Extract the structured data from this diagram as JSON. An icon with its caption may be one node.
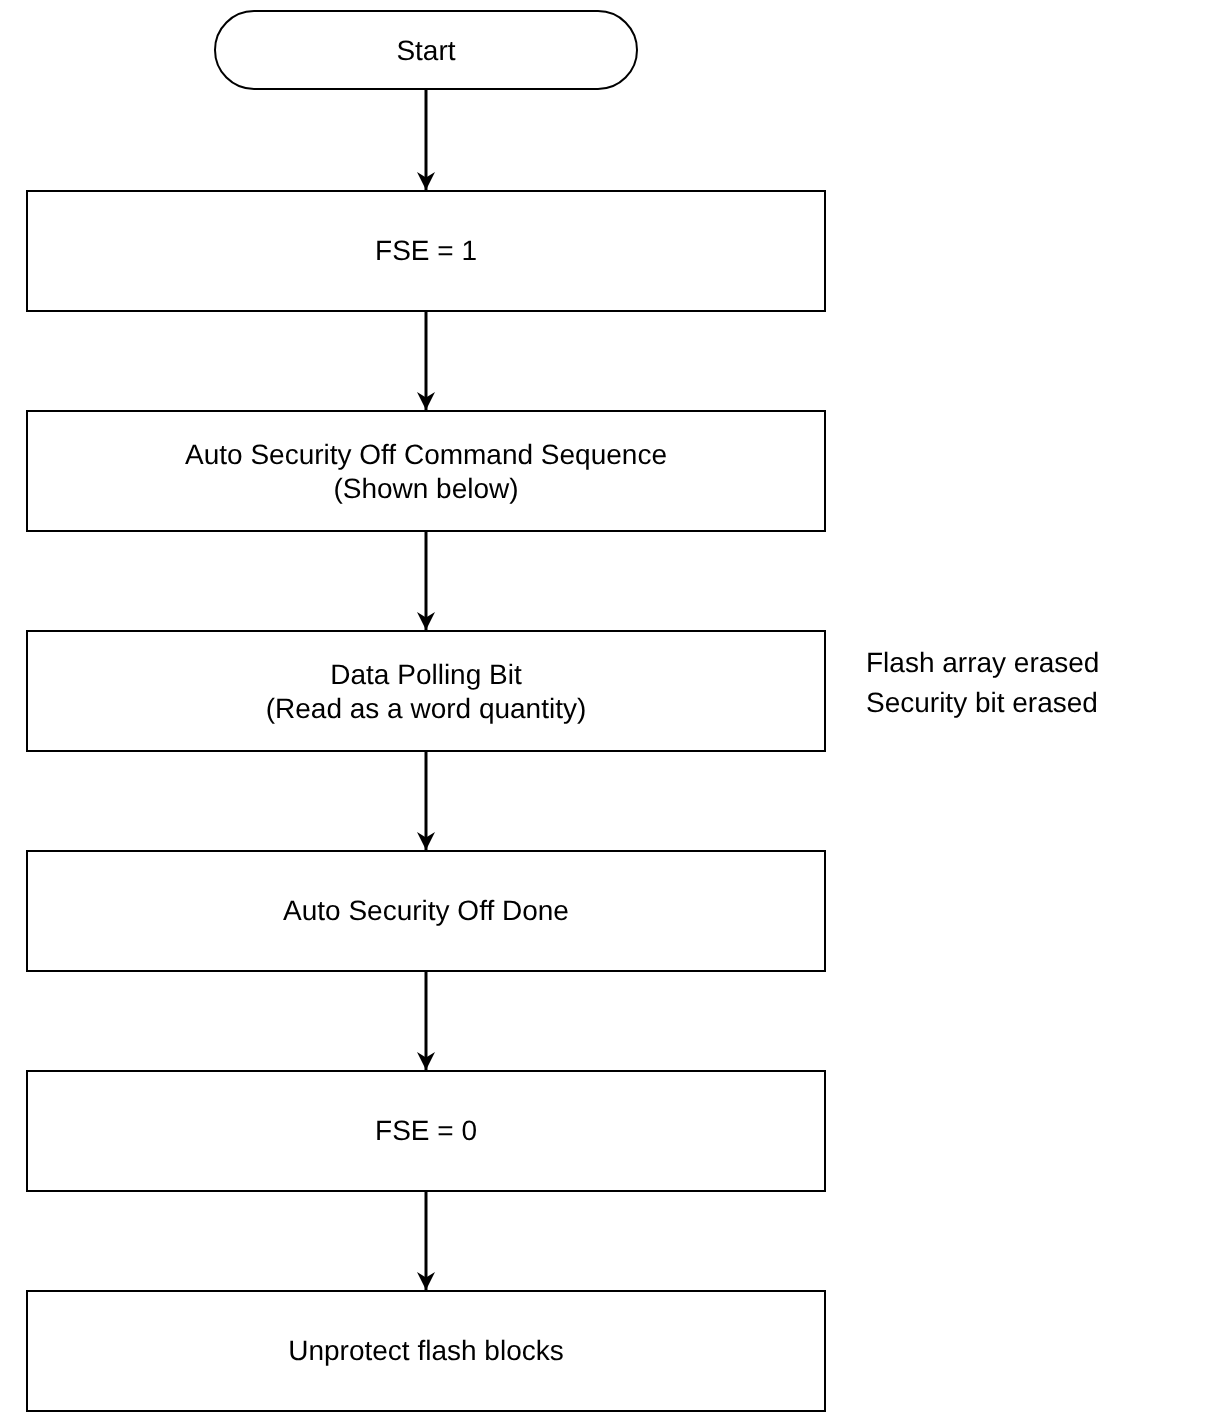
{
  "diagram": {
    "nodes": [
      {
        "text": [
          "Start"
        ]
      },
      {
        "text": [
          "FSE = 1"
        ]
      },
      {
        "text": [
          "Auto Security Off Command Sequence",
          "(Shown below)"
        ]
      },
      {
        "text": [
          "Data Polling Bit",
          "(Read as a word quantity)"
        ],
        "beside": [
          "Flash array erased",
          "Security bit erased"
        ]
      },
      {
        "text": [
          "Auto Security Off Done"
        ]
      },
      {
        "text": [
          "FSE = 0"
        ]
      },
      {
        "text": [
          "Unprotect flash blocks"
        ]
      }
    ],
    "edges": [
      {
        "from": 0,
        "to": 1,
        "arrow": "to"
      },
      {
        "from": 1,
        "to": 2,
        "arrow": "to"
      },
      {
        "from": 2,
        "to": 3,
        "arrow": "to"
      },
      {
        "from": 3,
        "to": 4,
        "arrow": "to"
      },
      {
        "from": 4,
        "to": 5,
        "arrow": "to"
      },
      {
        "from": 5,
        "to": 6,
        "arrow": "to"
      }
    ]
  }
}
